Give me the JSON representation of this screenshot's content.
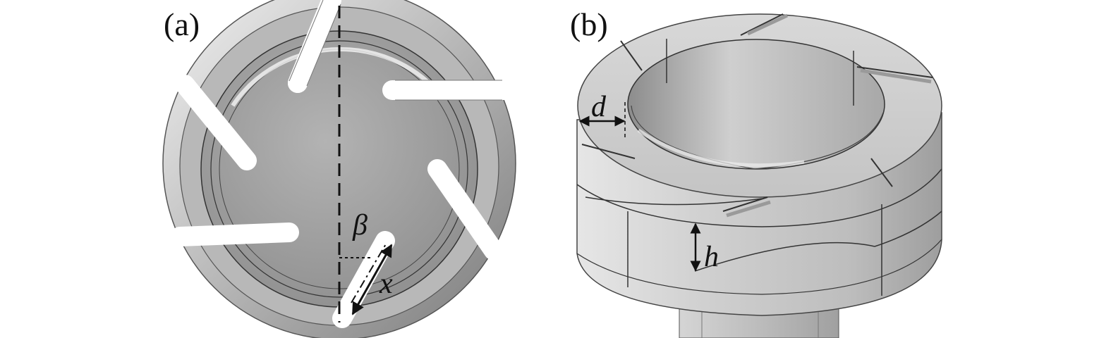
{
  "panels": [
    {
      "label": "(a)",
      "symbols": {
        "angle": "β",
        "length": "x"
      }
    },
    {
      "label": "(b)",
      "symbols": {
        "depth": "d",
        "height": "h"
      }
    }
  ],
  "colors": {
    "face": "#a6a6a6",
    "rim_light": "#d9d9d9",
    "rim_dark": "#8a8a8a",
    "edge": "#3a3a3a",
    "slot": "#ffffff",
    "background": "#ffffff"
  }
}
